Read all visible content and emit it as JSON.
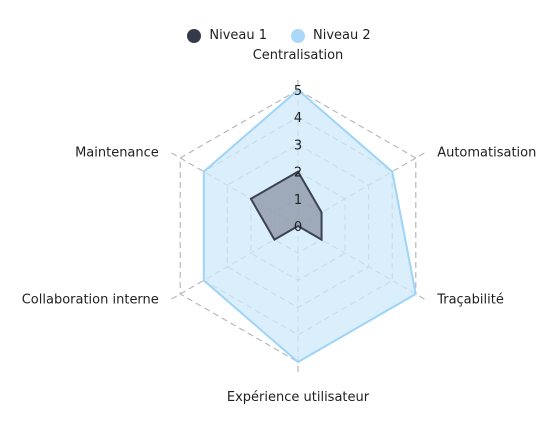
{
  "chart_data": {
    "type": "radar",
    "axes": [
      "Centralisation",
      "Automatisation",
      "Traçabilité",
      "Expérience utilisateur",
      "Collaboration interne",
      "Maintenance"
    ],
    "radial_ticks": [
      "0",
      "1",
      "2",
      "3",
      "4",
      "5"
    ],
    "rlim": [
      0,
      5
    ],
    "grid": true,
    "legend_position": "top",
    "series": [
      {
        "name": "Niveau 1",
        "values": [
          2,
          1,
          1,
          0,
          1,
          2
        ],
        "color": "#3a4254",
        "fill": "#8a93a3"
      },
      {
        "name": "Niveau 2",
        "values": [
          5,
          4,
          5,
          5,
          4,
          4
        ],
        "color": "#9dd4f7",
        "fill": "#cfe8fb"
      }
    ]
  }
}
